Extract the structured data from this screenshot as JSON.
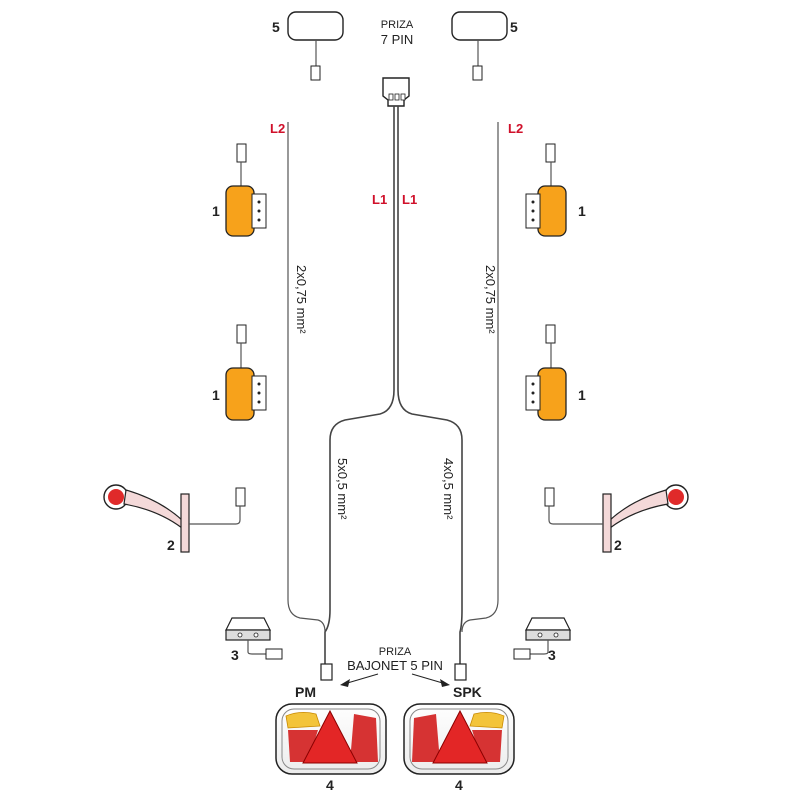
{
  "labels": {
    "priza_7pin_title": "PRIZA",
    "priza_7pin_name": "7 PIN",
    "priza_bajonet_title": "PRIZA",
    "priza_bajonet_name": "BAJONET 5 PIN",
    "l1": "L1",
    "l2": "L2",
    "cable_left": "2x0,75 mm²",
    "cable_right": "2x0,75 mm²",
    "cable_center_left": "5x0,5 mm²",
    "cable_center_right": "4x0,5 mm²",
    "pm": "PM",
    "spk": "SPK",
    "num_1": "1",
    "num_2": "2",
    "num_3": "3",
    "num_4": "4",
    "num_5": "5"
  },
  "colors": {
    "amber": "#f7a21b",
    "red": "#d0102a",
    "lamp_red": "#e23a3a",
    "lamp_yellow": "#f3c43a",
    "wire": "#555555"
  }
}
